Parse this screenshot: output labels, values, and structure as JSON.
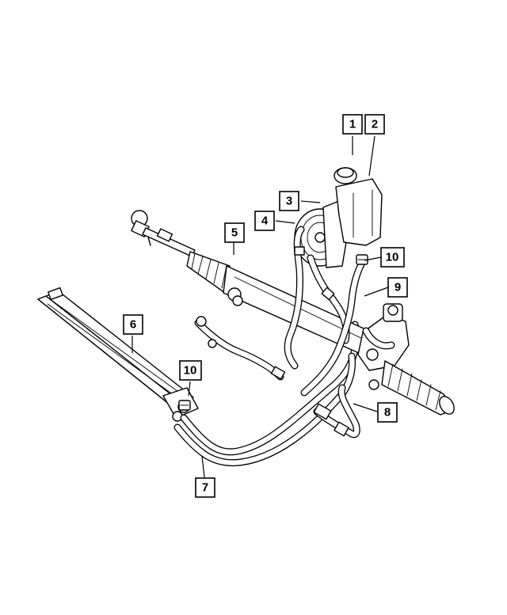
{
  "callouts": [
    {
      "id": "callout-1",
      "label": "1"
    },
    {
      "id": "callout-2",
      "label": "2"
    },
    {
      "id": "callout-3",
      "label": "3"
    },
    {
      "id": "callout-4",
      "label": "4"
    },
    {
      "id": "callout-5",
      "label": "5"
    },
    {
      "id": "callout-6",
      "label": "6"
    },
    {
      "id": "callout-7",
      "label": "7"
    },
    {
      "id": "callout-8",
      "label": "8"
    },
    {
      "id": "callout-9",
      "label": "9"
    },
    {
      "id": "callout-10a",
      "label": "10"
    },
    {
      "id": "callout-10b",
      "label": "10"
    }
  ],
  "colors": {
    "line": "#000000",
    "background": "#ffffff"
  }
}
